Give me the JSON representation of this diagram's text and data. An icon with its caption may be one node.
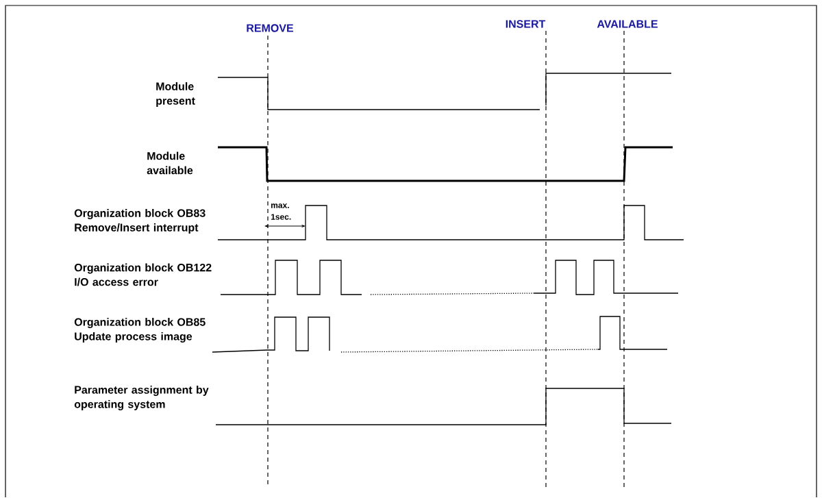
{
  "diagram": {
    "labels": [
      "REMOVE",
      "INSERT",
      "AVAILABLE",
      "Module present",
      "Module available",
      "Organization block OB83 Remove/Insert interrupt",
      "max. 1sec.",
      "Organization block OB122 I/O access error",
      "Organization block OB85 Update process image",
      "Parameter assignment by operating system"
    ]
  }
}
